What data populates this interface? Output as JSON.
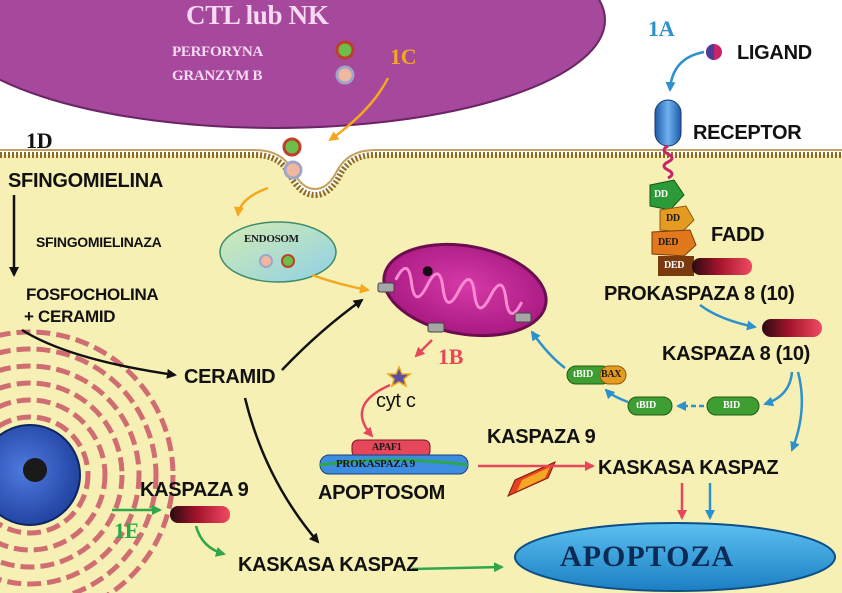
{
  "colors": {
    "cytoplasm": "#f7f0b4",
    "killer_cell": "#a6489c",
    "steps": "#2c91cc",
    "step_1b": "#e6475a",
    "step_1c": "#f3a81d",
    "step_1e": "#2ea64a",
    "apoptosis_bg": "#2293d4"
  },
  "killer_cell": {
    "title": "CTL lub NK",
    "perforin": "PERFORYNA",
    "granzyme": "GRANZYM B"
  },
  "steps": {
    "s1a": "1A",
    "s1b": "1B",
    "s1c": "1C",
    "s1d": "1D",
    "s1e": "1E"
  },
  "receptor_path": {
    "ligand": "LIGAND",
    "receptor": "RECEPTOR",
    "fadd": "FADD",
    "dd": "DD",
    "ded": "DED",
    "procaspase8": "PROKASPAZA 8 (10)",
    "caspase8": "KASPAZA 8 (10)",
    "bid": "BID",
    "tbid": "tBID",
    "bax": "BAX"
  },
  "granzyme_path": {
    "endosome": "ENDOSOM"
  },
  "ceramide_path": {
    "sphingomyelin": "SFINGOMIELINA",
    "sphingomyelinase": "SFINGOMIELINAZA",
    "phosphocholine": "FOSFOCHOLINA",
    "plus_ceramide": "+ CERAMID",
    "ceramide": "CERAMID"
  },
  "mitochondrial_path": {
    "cytc": "cyt c",
    "apaf1": "APAF1",
    "procaspase9": "PROKASPAZA 9",
    "apoptosome": "APOPTOSOM",
    "caspase9": "KASPAZA 9",
    "cascade": "KASKASA KASPAZ"
  },
  "nuclear_path": {
    "caspase9": "KASPAZA 9",
    "cascade": "KASKASA KASPAZ"
  },
  "outcome": {
    "label": "APOPTOZA"
  }
}
